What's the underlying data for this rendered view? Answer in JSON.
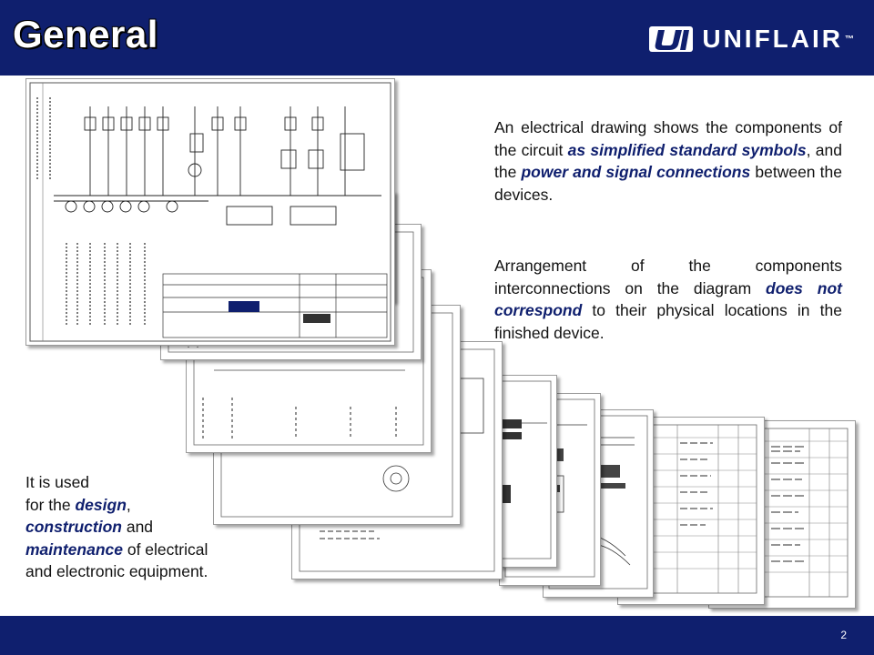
{
  "header": {
    "title": "General",
    "logo_text": "UNIFLAIR",
    "logo_tm": "™"
  },
  "content": {
    "p1": {
      "t1": "An electrical drawing shows the components of the circuit ",
      "e1": "as simplified standard symbols",
      "t2": ", and the ",
      "e2": "power and signal connections",
      "t3": " between the devices."
    },
    "p2": {
      "t1": "Arrangement of the components interconnections on the diagram ",
      "e1": "does not correspond",
      "t2": " to their physical locations in the finished device."
    },
    "p3": {
      "t1": "It is used",
      "t2": "for the ",
      "e1": "design",
      "t3": ",",
      "e2": "construction",
      "t4": " and",
      "e3": "maintenance",
      "t5": " of electrical",
      "t6": "and electronic equipment."
    }
  },
  "footer": {
    "page_number": "2"
  },
  "colors": {
    "bar": "#0f1f6e",
    "emphasis": "#0f1f6e"
  },
  "icons": [
    "uniflair-logo-icon"
  ]
}
